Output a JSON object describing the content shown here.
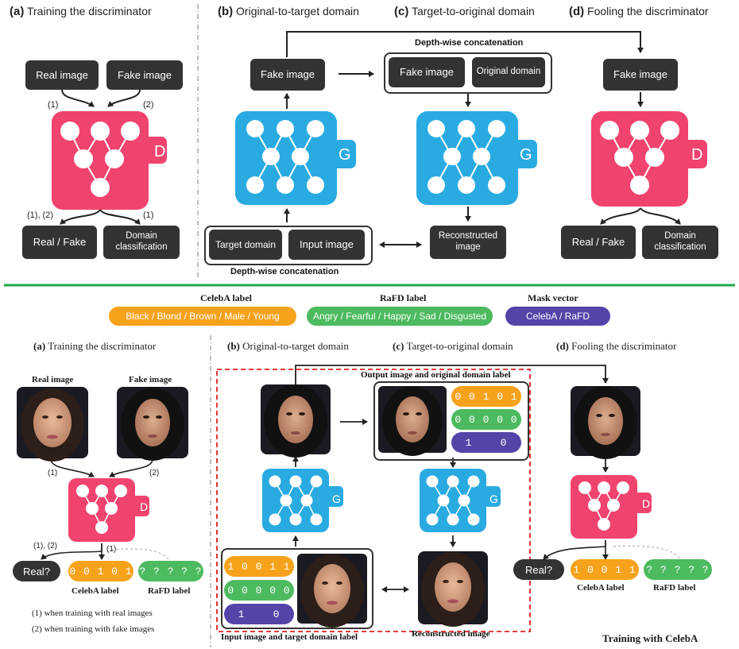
{
  "top": {
    "sections": [
      {
        "tag": "(a)",
        "title": "Training the discriminator"
      },
      {
        "tag": "(b)",
        "title": "Original-to-target domain"
      },
      {
        "tag": "(c)",
        "title": "Target-to-original domain"
      },
      {
        "tag": "(d)",
        "title": "Fooling the discriminator"
      }
    ],
    "real_image": "Real image",
    "fake_image": "Fake image",
    "real_fake": "Real / Fake",
    "domain_classification": "Domain classification",
    "target_domain": "Target domain",
    "input_image": "Input image",
    "original_domain": "Original domain",
    "reconstructed_image": "Reconstructed image",
    "depth_concat": "Depth-wise concatenation",
    "disc_letter": "D",
    "gen_letter": "G",
    "arrow_1": "(1)",
    "arrow_2": "(2)",
    "arrow_12": "(1), (2)"
  },
  "legend": {
    "celeba": {
      "title": "CelebA label",
      "values": "Black / Blond / Brown / Male / Young"
    },
    "rafd": {
      "title": "RaFD label",
      "values": "Angry / Fearful / Happy / Sad / Disgusted"
    },
    "mask": {
      "title": "Mask vector",
      "values": "CelebA / RaFD"
    }
  },
  "bottom": {
    "sections": [
      {
        "tag": "(a)",
        "title": "Training the discriminator"
      },
      {
        "tag": "(b)",
        "title": "Original-to-target domain"
      },
      {
        "tag": "(c)",
        "title": "Target-to-original domain"
      },
      {
        "tag": "(d)",
        "title": "Fooling the discriminator"
      }
    ],
    "real_image": "Real image",
    "fake_image": "Fake image",
    "real_q": "Real?",
    "celeba_label": "CelebA label",
    "rafd_label": "RaFD label",
    "vec_a_celeba": "0 0 1 0 1",
    "vec_a_rafd": "? ? ? ? ?",
    "vec_in_celeba": "1 0 0 1 1",
    "vec_in_rafd": "0 0 0 0 0",
    "vec_in_mask": "1    0",
    "vec_out_celeba": "0 0 1 0 1",
    "vec_out_rafd": "0 0 0 0 0",
    "vec_out_mask": "1    0",
    "vec_d_celeba": "1 0 0 1 1",
    "vec_d_rafd": "? ? ? ? ?",
    "output_caption": "Output image and original domain label",
    "input_caption": "Input image and target domain label",
    "reconstructed_caption": "Reconstructed image",
    "note1": "(1) when training with real images",
    "note2": "(2) when training with fake images",
    "footer": "Training with CelebA",
    "arrow_1": "(1)",
    "arrow_2": "(2)",
    "arrow_12": "(1), (2)"
  },
  "colors": {
    "discriminator": "#f0446e",
    "generator": "#29abe2",
    "dark_box": "#333333",
    "celeba": "#f7a21b",
    "rafd": "#4cba5e",
    "mask": "#5543a8",
    "divider": "#1faa4a",
    "dashed_frame": "#e02020"
  }
}
